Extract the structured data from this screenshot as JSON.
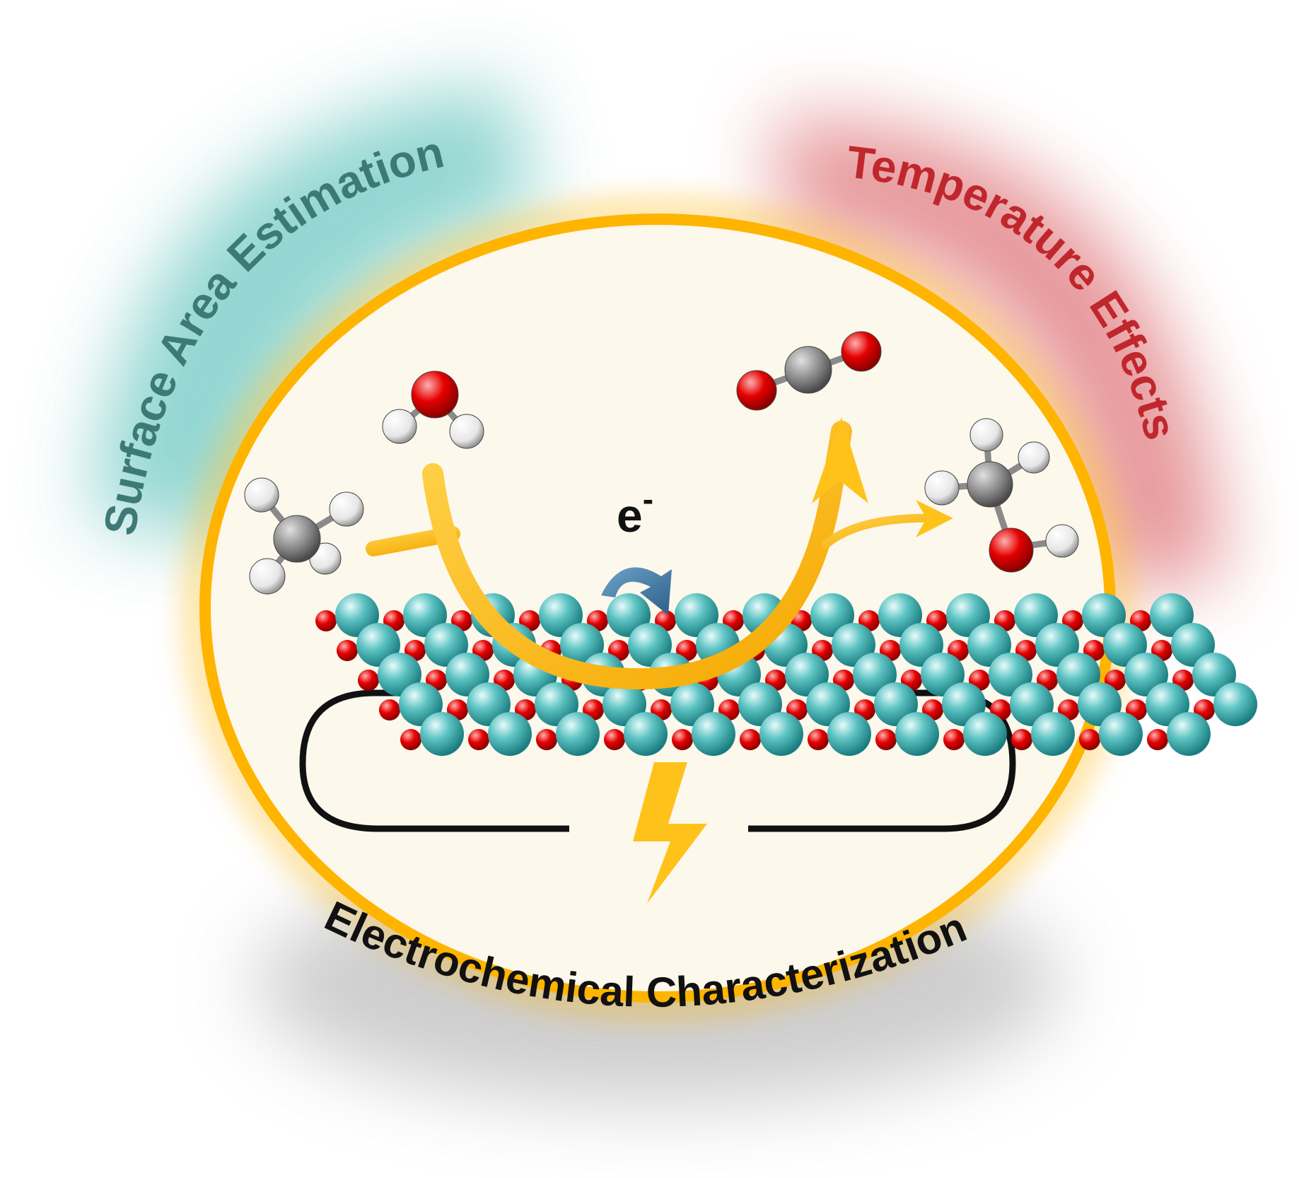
{
  "labels": {
    "surface_area": "Surface Area Estimation",
    "temperature": "Temperature Effects",
    "electrochem": "Electrochemical Characterization",
    "electron": "e",
    "electron_charge": "-"
  },
  "colors": {
    "teal_label": "#3d7a76",
    "teal_glow": "#7fcfc9",
    "red_label": "#c0272d",
    "red_glow": "#e07a7e",
    "ring": "#ffb400",
    "ring_inner": "#fdf8ec",
    "arrow": "#ffc21a",
    "circuit": "#111111",
    "electron_arrow": "#3f7aa6",
    "lattice_teal": "#2aa0a0",
    "lattice_red": "#e00000",
    "atom_white": "#f4f4f4",
    "atom_gray": "#8c8c8c",
    "atom_red": "#e00000"
  },
  "molecules": [
    {
      "name": "water-molecule"
    },
    {
      "name": "methane-molecule"
    },
    {
      "name": "carbon-dioxide-molecule"
    },
    {
      "name": "methanol-molecule"
    }
  ],
  "icons": [
    "lightning-bolt-icon",
    "electron-transfer-arrow-icon",
    "reaction-pathway-arrow-icon"
  ]
}
